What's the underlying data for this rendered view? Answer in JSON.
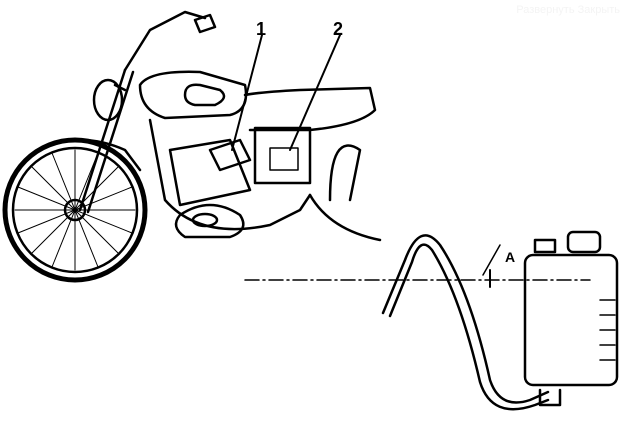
{
  "labels": {
    "part_1": "1",
    "part_2": "2",
    "level_mark": "A"
  },
  "watermark": "Развернуть Закрыть",
  "colors": {
    "ink": "#000000",
    "background": "#ffffff"
  }
}
